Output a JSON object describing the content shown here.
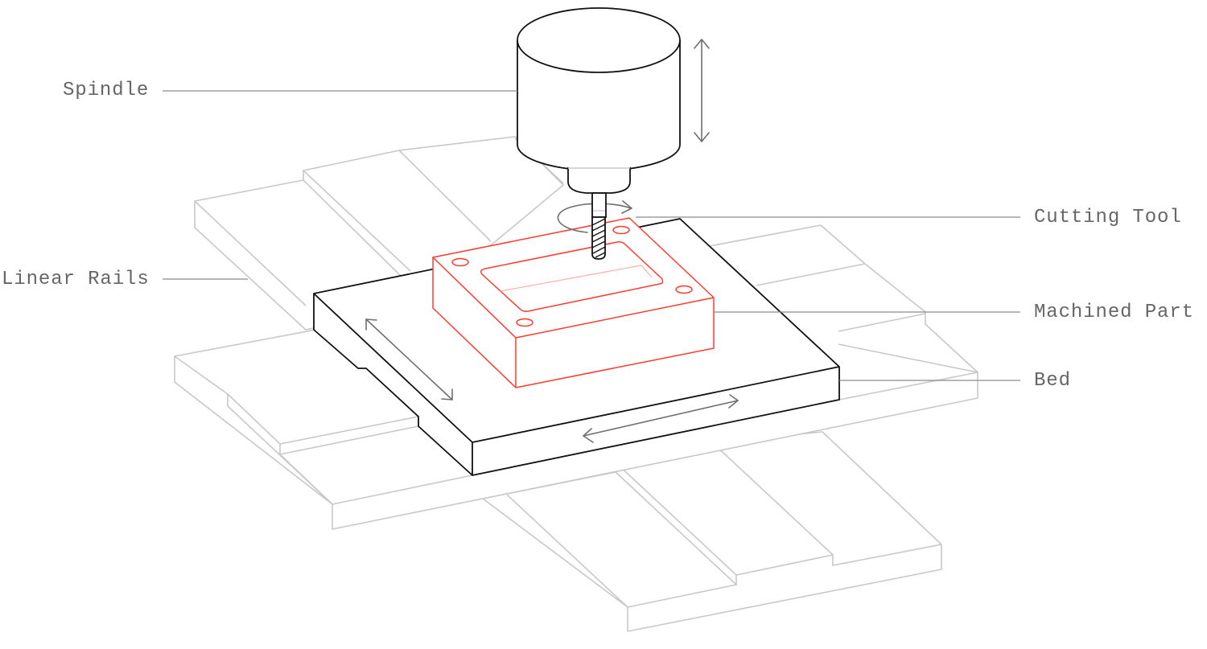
{
  "labels": {
    "spindle": "Spindle",
    "cutting_tool": "Cutting Tool",
    "linear_rails": "Linear Rails",
    "machined_part": "Machined Part",
    "bed": "Bed"
  },
  "colors": {
    "part": "#ff3b30",
    "rails": "#c8c8c8",
    "outline": "#111111",
    "label_text": "#666666",
    "motion_arrows": "#6f6f6f"
  },
  "motion_indicators": [
    "spindle-vertical-z",
    "tool-rotation",
    "bed-y-axis",
    "bed-x-axis"
  ]
}
